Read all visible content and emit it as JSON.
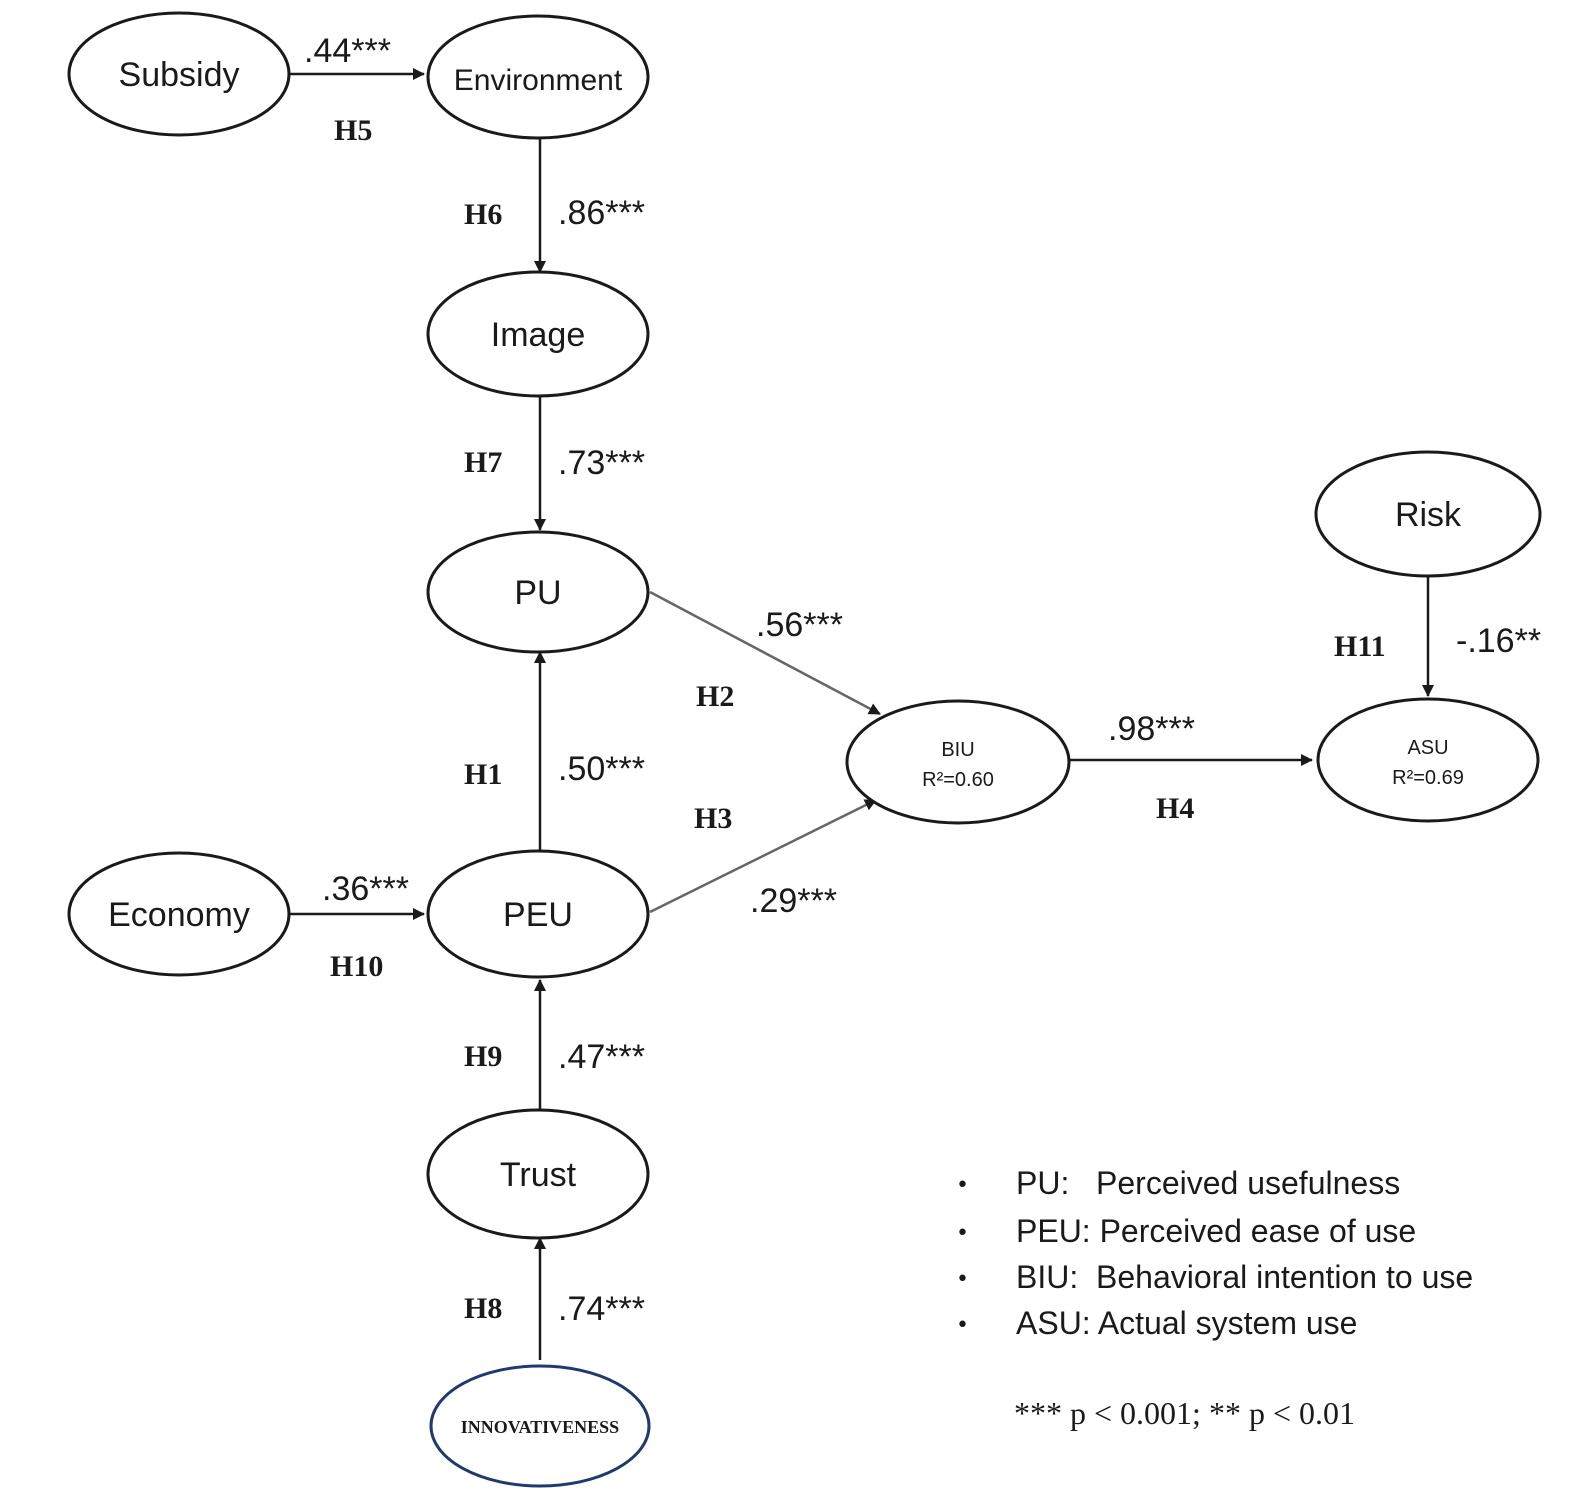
{
  "nodes": {
    "subsidy": "Subsidy",
    "environment": "Environment",
    "image": "Image",
    "pu": "PU",
    "peu": "PEU",
    "economy": "Economy",
    "trust": "Trust",
    "innovativeness": "INNOVATIVENESS",
    "biu": "BIU",
    "biu_r2": "R²=0.60",
    "asu": "ASU",
    "asu_r2": "R²=0.69",
    "risk": "Risk"
  },
  "paths": {
    "h5": {
      "hyp": "H5",
      "coef": ".44***"
    },
    "h6": {
      "hyp": "H6",
      "coef": ".86***"
    },
    "h7": {
      "hyp": "H7",
      "coef": ".73***"
    },
    "h1": {
      "hyp": "H1",
      "coef": ".50***"
    },
    "h2": {
      "hyp": "H2",
      "coef": ".56***"
    },
    "h3": {
      "hyp": "H3",
      "coef": ".29***"
    },
    "h4": {
      "hyp": "H4",
      "coef": ".98***"
    },
    "h8": {
      "hyp": "H8",
      "coef": ".74***"
    },
    "h9": {
      "hyp": "H9",
      "coef": ".47***"
    },
    "h10": {
      "hyp": "H10",
      "coef": ".36***"
    },
    "h11": {
      "hyp": "H11",
      "coef": "-.16**"
    }
  },
  "legend": {
    "bullet": "•",
    "items": [
      "PU:   Perceived usefulness",
      "PEU: Perceived ease of use",
      "BIU:  Behavioral intention to use",
      "ASU: Actual system use"
    ],
    "note": "*** p < 0.001; ** p < 0.01"
  },
  "colors": {
    "line": "#1a1a1a",
    "innovativeness_outline": "#1f3a6e"
  }
}
